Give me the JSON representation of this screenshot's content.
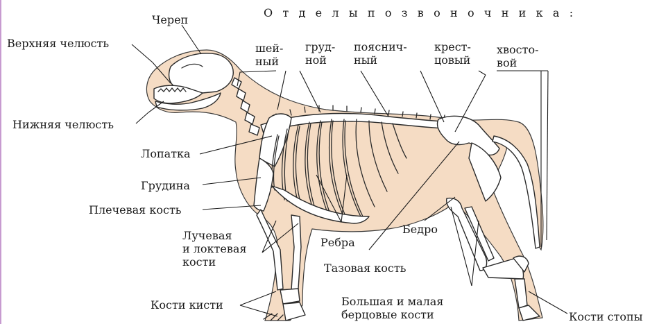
{
  "labels": {
    "spine_title": "О т д е л ы   п о з в о н о ч н и к а :",
    "skull": "Череп",
    "upper_jaw": "Верхняя челюсть",
    "lower_jaw": "Нижняя челюсть",
    "scapula": "Лопатка",
    "sternum": "Грудина",
    "humerus": "Плечевая кость",
    "radius_ulna": "Лучевая\nи локтевая\nкости",
    "carpals": "Кости кисти",
    "ribs": "Ребра",
    "pelvis": "Тазовая кость",
    "femur": "Бедро",
    "tibia_fibula": "Большая и малая\nберцовые кости",
    "tarsals": "Кости стопы",
    "cervical": "шей-\nный",
    "thoracic": "груд-\nной",
    "lumbar": "пояснич-\nный",
    "sacral": "крест-\nцовый",
    "caudal": "хвосто-\nвой"
  },
  "colors": {
    "body_fill": "#f5dcc4",
    "bone_fill": "#ffffff",
    "outline": "#2a2a2a",
    "page_border": "#c79bd0"
  }
}
